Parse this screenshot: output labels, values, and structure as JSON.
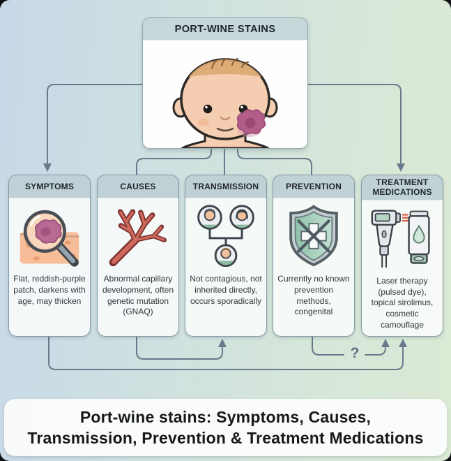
{
  "root": {
    "title": "PORT-WINE STAINS",
    "illustration": "baby-with-port-wine-stain"
  },
  "cards": [
    {
      "title": "SYMPTOMS",
      "icon": "magnifier-skin-icon",
      "description": "Flat, reddish-purple patch, darkens with age, may thicken"
    },
    {
      "title": "CAUSES",
      "icon": "capillary-branch-icon",
      "description": "Abnormal capillary development, often genetic mutation (GNAQ)"
    },
    {
      "title": "TRANSMISSION",
      "icon": "family-tree-icon",
      "description": "Not contagious, not inherited directly, occurs sporadically"
    },
    {
      "title": "PREVENTION",
      "icon": "shield-cross-strike-icon",
      "description": "Currently no known prevention methods, congenital"
    },
    {
      "title": "TREATMENT MEDICATIONS",
      "icon": "laser-device-and-cream-tube-icon",
      "description": "Laser therapy (pulsed dye), topical sirolimus, cosmetic camouflage"
    }
  ],
  "connectors": {
    "question_mark": "?"
  },
  "footer": {
    "line1": "Port-wine stains: Symptoms, Causes,",
    "line2": "Transmission, Prevention & Treatment Medications"
  },
  "colors": {
    "arrow": "#68798b",
    "card_header": "#b7cdd4",
    "stain": "#b25e89",
    "background_left": "#c8d8e8",
    "background_right": "#dbead4"
  }
}
